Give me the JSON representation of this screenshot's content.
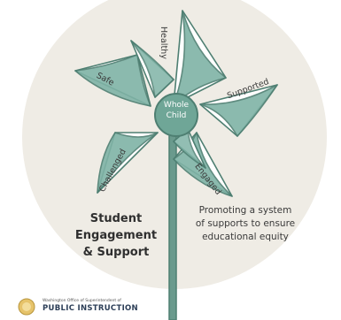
{
  "diagram": {
    "center_label_line1": "Whole",
    "center_label_line2": "Child",
    "blade_labels": {
      "healthy": "Healthy",
      "supported": "Supported",
      "engaged": "Engaged",
      "challenged": "Challenged",
      "safe": "Safe"
    },
    "heading_lines": [
      "Student",
      "Engagement",
      "& Support"
    ],
    "tagline_lines": [
      "Promoting a system",
      "of supports to ensure",
      "educational equity"
    ]
  },
  "footer": {
    "org_line": "Washington Office of Superintendent of",
    "org_name": "PUBLIC INSTRUCTION",
    "seal_icon": "ospi-seal-icon"
  },
  "colors": {
    "circle_fill": "#efece5",
    "teal": "#7fb3a6",
    "teal_dark": "#5c9283",
    "outline": "#4e7f72",
    "blade_white": "#ffffff",
    "stick": "#5f8f83"
  }
}
